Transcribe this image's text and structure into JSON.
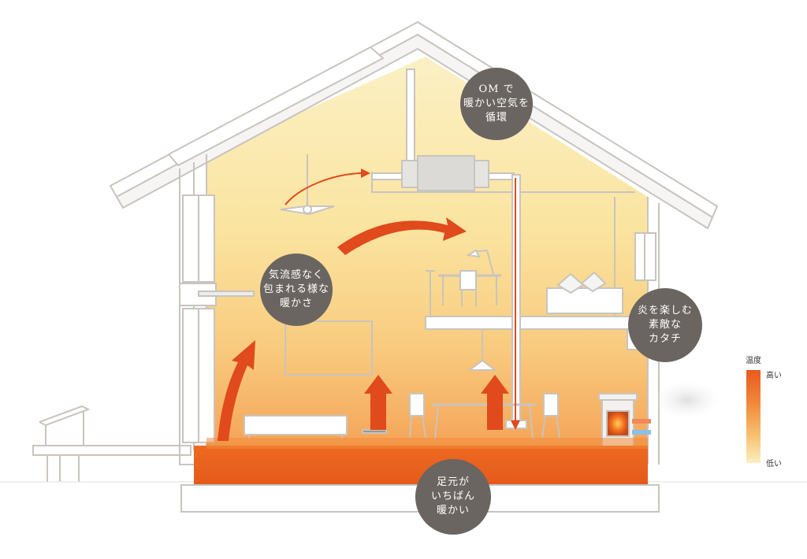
{
  "bubbles": {
    "om_circulation": [
      "OM で",
      "暖かい空気を",
      "循環"
    ],
    "airflow": [
      "気流感なく",
      "包まれる様な",
      "暖かさ"
    ],
    "fireplace": [
      "炎を楽しむ",
      "素敵な",
      "カタチ"
    ],
    "floor": [
      "足元が",
      "いちばん",
      "暖かい"
    ]
  },
  "legend": {
    "title": "温度",
    "high": "高い",
    "low": "低い",
    "high_color": "#e85a1e",
    "low_color": "#fbeec0"
  },
  "colors": {
    "bubble": "#6a6560",
    "arrow": "#e04a1c",
    "floor": "#e8621e",
    "warm_air": "#f7dc7a",
    "outline": "#c8c4bf"
  }
}
